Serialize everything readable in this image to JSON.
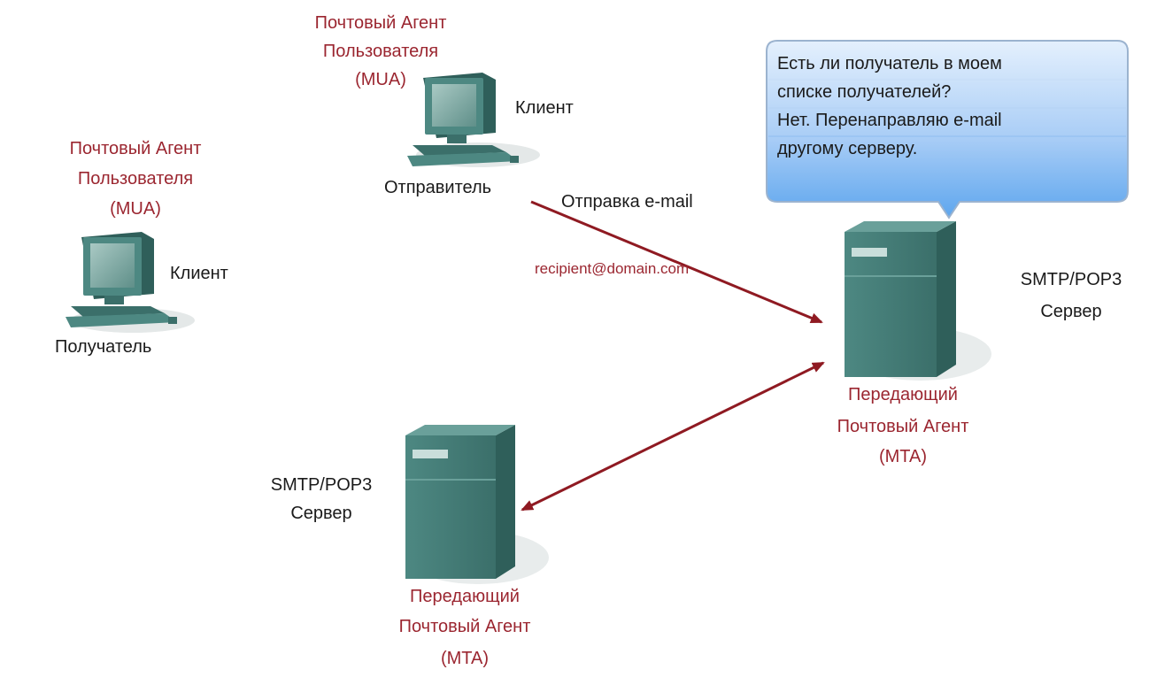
{
  "sender": {
    "agent_line1": "Почтовый Агент",
    "agent_line2": "Пользователя",
    "agent_line3": "(MUA)",
    "role": "Клиент",
    "caption": "Отправитель"
  },
  "recipient": {
    "agent_line1": "Почтовый Агент",
    "agent_line2": "Пользователя",
    "agent_line3": "(MUA)",
    "role": "Клиент",
    "caption": "Получатель"
  },
  "server_right": {
    "protocol": "SMTP/POP3",
    "role": "Сервер",
    "agent_line1": "Передающий",
    "agent_line2": "Почтовый Агент",
    "agent_line3": "(MTA)"
  },
  "server_bottom": {
    "protocol": "SMTP/POP3",
    "role": "Сервер",
    "agent_line1": "Передающий",
    "agent_line2": "Почтовый Агент",
    "agent_line3": "(MTA)"
  },
  "arrow_send": {
    "label": "Отправка e-mail",
    "address": "recipient@domain.com"
  },
  "bubble": {
    "line1": "Есть ли получатель в моем",
    "line2": "списке получателей?",
    "line3": "Нет. Перенаправляю e-mail",
    "line4": "другому серверу."
  },
  "colors": {
    "agent_text": "#9b2630",
    "arrow": "#8f1a22",
    "server_body": "#3f7a74",
    "computer_body": "#3f7a74",
    "bubble_top": "#d9e9fb",
    "bubble_bottom": "#6aaef0"
  }
}
